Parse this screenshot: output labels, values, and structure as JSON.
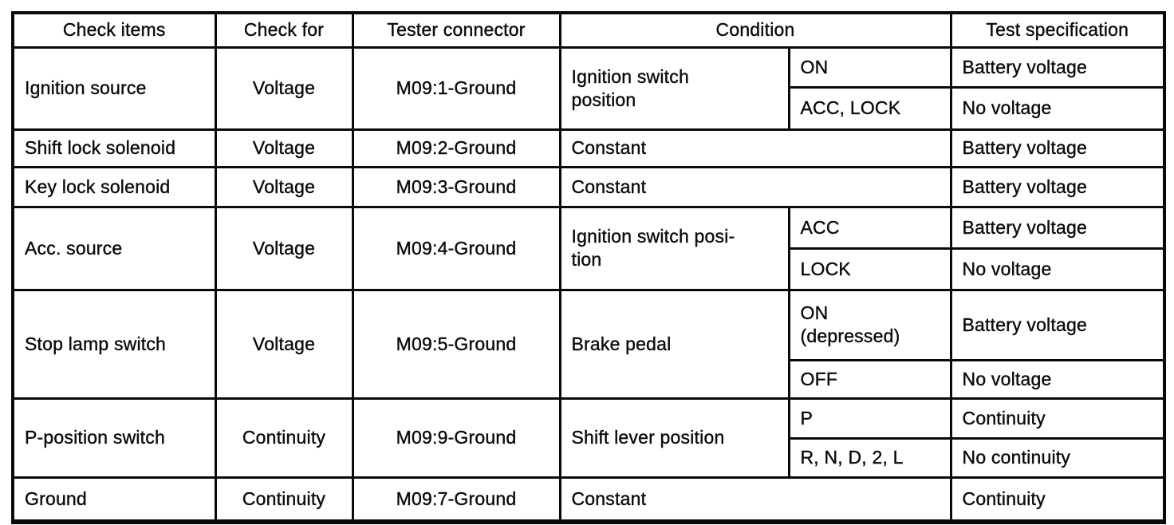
{
  "document": {
    "type": "scanned-diagnostic-check-table",
    "text_color": "#0c0c0c",
    "line_color": "#0a0a0a",
    "background_color": "#ffffff"
  },
  "table": {
    "headers": {
      "check_items": "Check items",
      "check_for": "Check for",
      "tester_connector": "Tester connector",
      "condition": "Condition",
      "test_specification": "Test specification"
    },
    "rows": [
      {
        "check_item": "Ignition source",
        "check_for": "Voltage",
        "tester_connector": "M09:1-Ground",
        "condition": "Ignition switch\nposition",
        "sub_rows": [
          {
            "condition_state": "ON",
            "test_specification": "Battery voltage"
          },
          {
            "condition_state": "ACC, LOCK",
            "test_specification": "No voltage"
          }
        ]
      },
      {
        "check_item": "Shift lock solenoid",
        "check_for": "Voltage",
        "tester_connector": "M09:2-Ground",
        "condition": "Constant",
        "test_specification": "Battery voltage"
      },
      {
        "check_item": "Key lock solenoid",
        "check_for": "Voltage",
        "tester_connector": "M09:3-Ground",
        "condition": "Constant",
        "test_specification": "Battery voltage"
      },
      {
        "check_item": "Acc. source",
        "check_for": "Voltage",
        "tester_connector": "M09:4-Ground",
        "condition": "Ignition switch posi-\ntion",
        "sub_rows": [
          {
            "condition_state": "ACC",
            "test_specification": "Battery voltage"
          },
          {
            "condition_state": "LOCK",
            "test_specification": "No voltage"
          }
        ]
      },
      {
        "check_item": "Stop lamp switch",
        "check_for": "Voltage",
        "tester_connector": "M09:5-Ground",
        "condition": "Brake pedal",
        "sub_rows": [
          {
            "condition_state": "ON\n(depressed)",
            "test_specification": "Battery voltage"
          },
          {
            "condition_state": "OFF",
            "test_specification": "No voltage"
          }
        ]
      },
      {
        "check_item": "P-position switch",
        "check_for": "Continuity",
        "tester_connector": "M09:9-Ground",
        "condition": "Shift lever position",
        "sub_rows": [
          {
            "condition_state": "P",
            "test_specification": "Continuity"
          },
          {
            "condition_state": "R, N, D, 2, L",
            "test_specification": "No continuity"
          }
        ]
      },
      {
        "check_item": "Ground",
        "check_for": "Continuity",
        "tester_connector": "M09:7-Ground",
        "condition": "Constant",
        "test_specification": "Continuity"
      }
    ]
  }
}
